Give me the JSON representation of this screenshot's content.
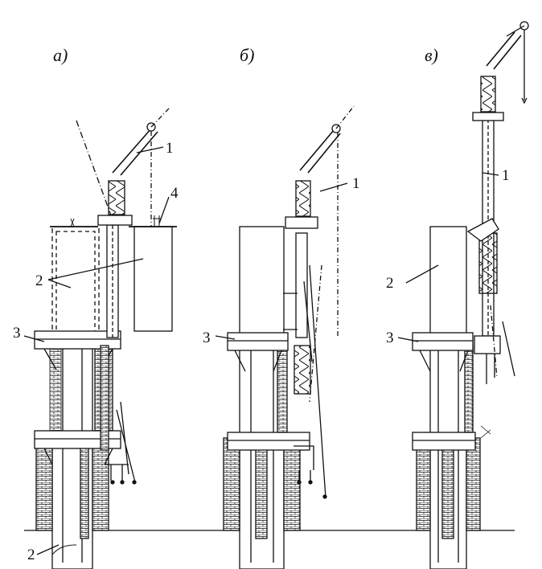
{
  "panels": {
    "a": {
      "label": "а)"
    },
    "b": {
      "label": "б)"
    },
    "c": {
      "label": "в)"
    }
  },
  "callouts": {
    "crane": "1",
    "column_section": "2",
    "platform": "3",
    "container": "4"
  },
  "colors": {
    "ink": "#111111",
    "paper": "#ffffff"
  }
}
